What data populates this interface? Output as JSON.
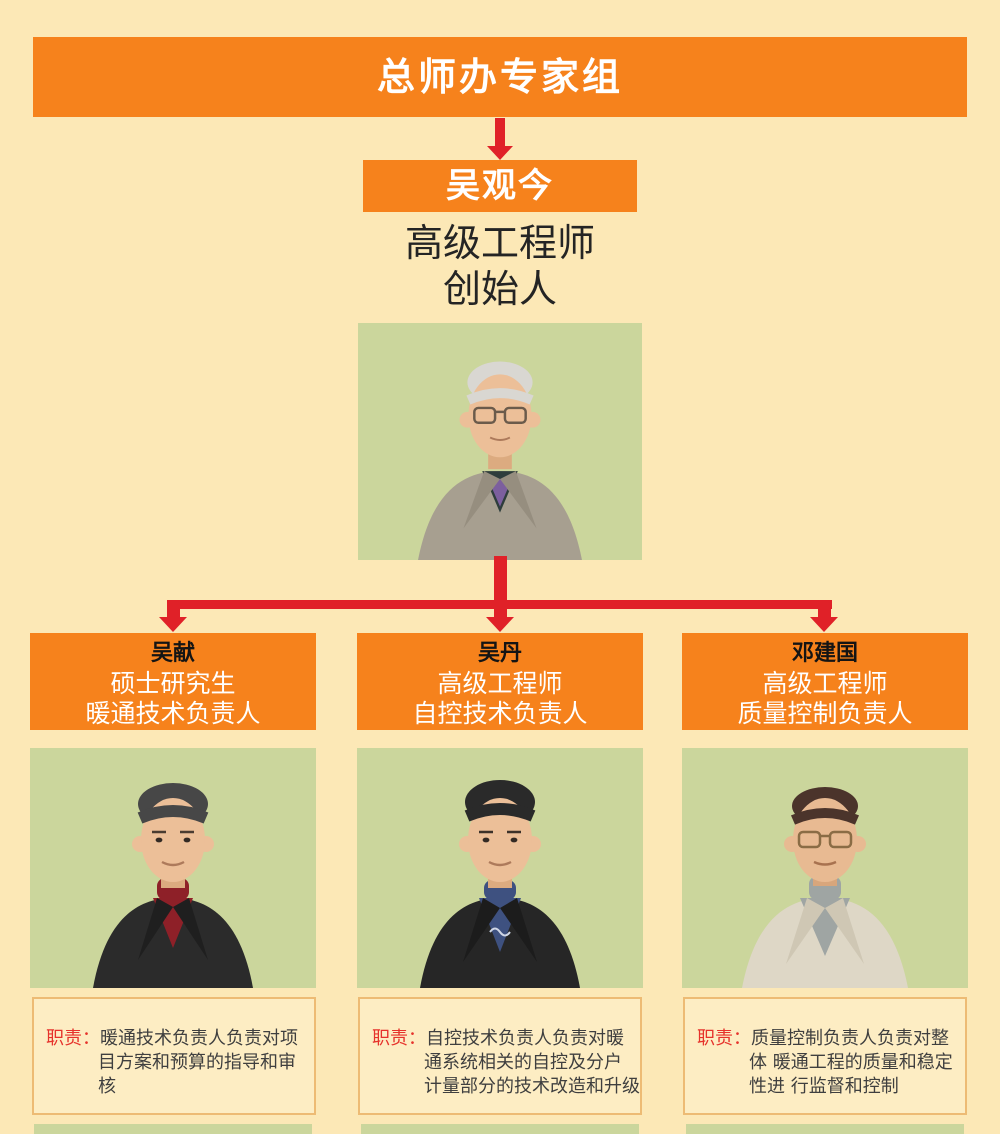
{
  "colors": {
    "orange": "#f6821c",
    "arrow_red": "#e02128",
    "page_background": "#fce8b6",
    "photo_background": "#cbd69c",
    "panel_background": "#fdedc3",
    "panel_border": "#edbb74",
    "duty_label_red": "#e6322b"
  },
  "root": {
    "title": "总师办专家组"
  },
  "founder": {
    "name": "吴观今",
    "titles": [
      "高级工程师",
      "创始人"
    ]
  },
  "duty_label": "职责：",
  "members": [
    {
      "name": "吴献",
      "titles": [
        "硕士研究生",
        "暖通技术负责人"
      ],
      "duty_lines": [
        "暖通技术负责人负责对项",
        "目方案和预算的指导和审",
        "核"
      ]
    },
    {
      "name": "吴丹",
      "titles": [
        "高级工程师",
        "自控技术负责人"
      ],
      "duty_lines": [
        "自控技术负责人负责对暖",
        "通系统相关的自控及分户",
        "计量部分的技术改造和升级"
      ]
    },
    {
      "name": "邓建国",
      "titles": [
        "高级工程师",
        "质量控制负责人"
      ],
      "duty_lines": [
        "质量控制负责人负责对整",
        "体 暖通工程的质量和稳定",
        "性进 行监督和控制"
      ]
    }
  ]
}
